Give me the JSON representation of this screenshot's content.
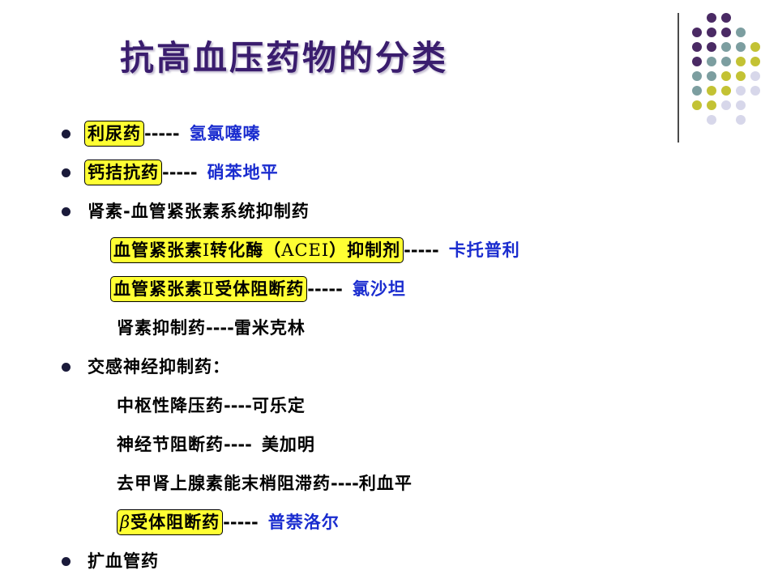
{
  "slide": {
    "title": "抗高血压药物的分类",
    "decoration_colors": {
      "purple": "#4a2a64",
      "teal": "#7c9ea0",
      "yellow_green": "#c3c234",
      "lavender": "#d7d7ea"
    }
  },
  "rows": [
    {
      "id": "diuretics",
      "bullet": true,
      "label": "利尿药",
      "dashes": "-----",
      "drug": "氢氯噻嗪"
    },
    {
      "id": "ccb",
      "bullet": true,
      "label": "钙拮抗药",
      "dashes": "-----",
      "drug": "硝苯地平"
    },
    {
      "id": "raas",
      "bullet": true,
      "label": "肾素-血管紧张素系统抑制药"
    },
    {
      "id": "acei",
      "bullet": false,
      "label_pre": "血管紧张素",
      "roman": "Ⅰ",
      "label_mid": "转化酶（",
      "acronym": "ACEI",
      "label_post": "）抑制剂",
      "dashes": "-----",
      "drug": "卡托普利"
    },
    {
      "id": "arb",
      "bullet": false,
      "label_pre": "血管紧张素",
      "roman": "Ⅱ",
      "label_post": "受体阻断药",
      "dashes": "-----",
      "drug": "氯沙坦"
    },
    {
      "id": "renin",
      "bullet": false,
      "label": "肾素抑制药",
      "dashes": "----",
      "drug": "雷米克林"
    },
    {
      "id": "sympatholytic",
      "bullet": true,
      "label": "交感神经抑制药："
    },
    {
      "id": "central",
      "bullet": false,
      "label": "中枢性降压药",
      "dashes": "----",
      "drug": "可乐定"
    },
    {
      "id": "ganglion",
      "bullet": false,
      "label": "神经节阻断药",
      "dashes": "----",
      "drug": "美加明"
    },
    {
      "id": "adrenergic",
      "bullet": false,
      "label": "去甲肾上腺素能末梢阻滞药",
      "dashes": "----",
      "drug": "利血平"
    },
    {
      "id": "beta",
      "bullet": false,
      "greek": "β",
      "label": "受体阻断药",
      "dashes": "-----",
      "drug": "普萘洛尔"
    },
    {
      "id": "vasodilator",
      "bullet": true,
      "label": "扩血管药"
    }
  ]
}
